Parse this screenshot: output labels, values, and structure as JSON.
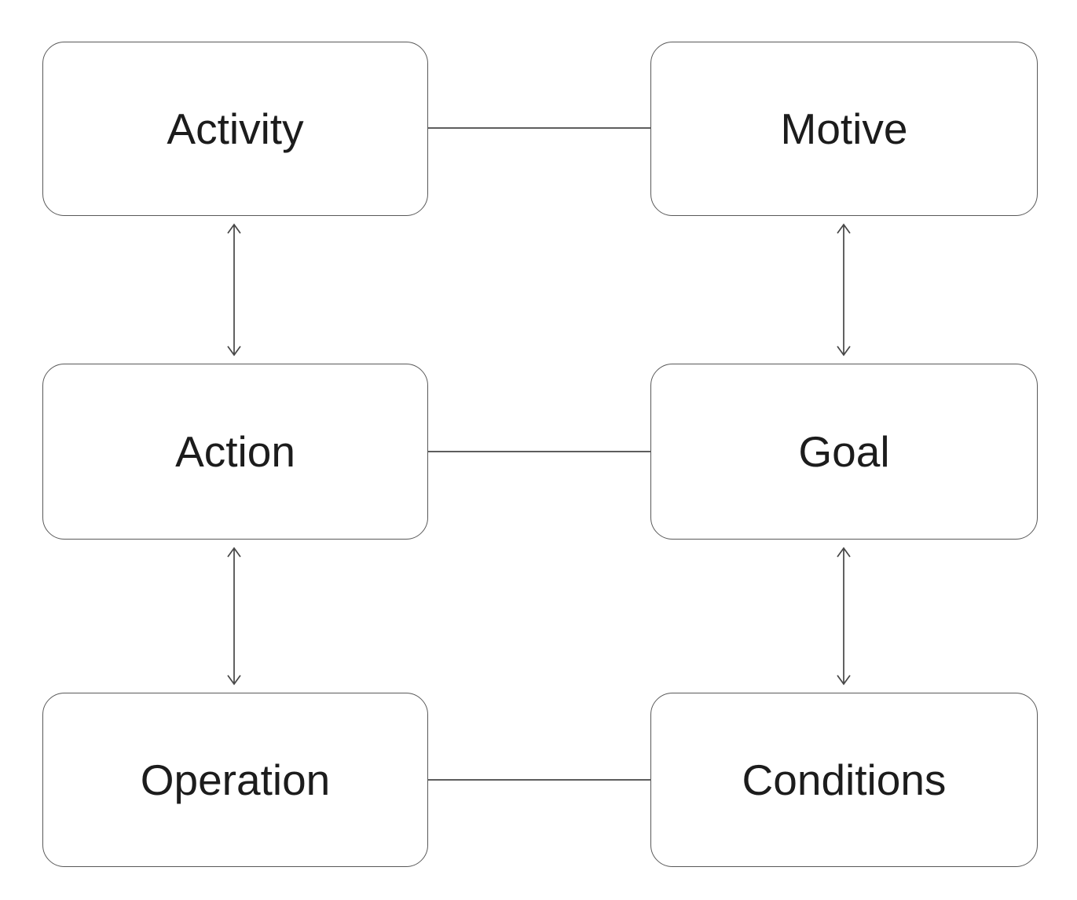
{
  "diagram": {
    "title": "Activity theory hierarchy diagram",
    "background_color": "#ffffff",
    "node_border_color": "#595959",
    "connector_color": "#474747",
    "text_color": "#1c1c1c"
  },
  "nodes": [
    {
      "id": "activity",
      "label": "Activity"
    },
    {
      "id": "motive",
      "label": "Motive"
    },
    {
      "id": "action",
      "label": "Action"
    },
    {
      "id": "goal",
      "label": "Goal"
    },
    {
      "id": "operation",
      "label": "Operation"
    },
    {
      "id": "conditions",
      "label": "Conditions"
    }
  ],
  "edges": [
    {
      "from": "activity",
      "to": "motive",
      "arrows": "none"
    },
    {
      "from": "action",
      "to": "goal",
      "arrows": "none"
    },
    {
      "from": "operation",
      "to": "conditions",
      "arrows": "none"
    },
    {
      "from": "activity",
      "to": "action",
      "arrows": "both"
    },
    {
      "from": "action",
      "to": "operation",
      "arrows": "both"
    },
    {
      "from": "motive",
      "to": "goal",
      "arrows": "both"
    },
    {
      "from": "goal",
      "to": "conditions",
      "arrows": "both"
    }
  ]
}
